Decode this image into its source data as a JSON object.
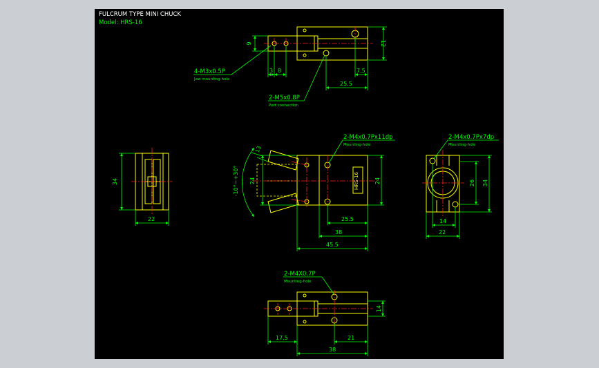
{
  "title_block": {
    "title": "FULCRUM TYPE MINI CHUCK",
    "model": "Model: HRS-16"
  },
  "colors": {
    "background": "#000000",
    "part_outline": "#ffff00",
    "dimension": "#00ff00",
    "center_line": "#ff2020",
    "title_text": "#ffffff",
    "frame_surround": "#cbced3"
  },
  "top_view": {
    "dims": {
      "h_left": "9",
      "h_right": "12",
      "d1": "3",
      "d2": "8",
      "d3": "7.5",
      "d4": "25.5"
    },
    "callout_jaw": {
      "spec": "4-M3x0.5P",
      "note": "Jaw mounting-hole"
    },
    "callout_port": {
      "spec": "2-M5x0.8P",
      "note": "Port connection"
    }
  },
  "left_view": {
    "dims": {
      "height": "34",
      "width": "22"
    }
  },
  "front_view": {
    "dims": {
      "angle": "-10°~+30°",
      "jaw": "13",
      "h_left": "24",
      "h_right": "24",
      "d1": "25.5",
      "d2": "38",
      "d3": "45.5"
    },
    "callout": {
      "spec": "2-M4x0.7Px11dp",
      "note": "Mounting-hole"
    },
    "label": "HRS-16"
  },
  "right_view": {
    "dims": {
      "h1": "26",
      "h2": "34",
      "w1": "14",
      "w2": "22"
    },
    "callout": {
      "spec": "2-M4x0.7Px7dp",
      "note": "Mounting-hole"
    }
  },
  "bottom_view": {
    "dims": {
      "h": "14",
      "d1": "17.5",
      "d2": "21",
      "d3": "38"
    },
    "callout": {
      "spec": "2-M4X0.7P",
      "note": "Mounting-hole"
    }
  }
}
